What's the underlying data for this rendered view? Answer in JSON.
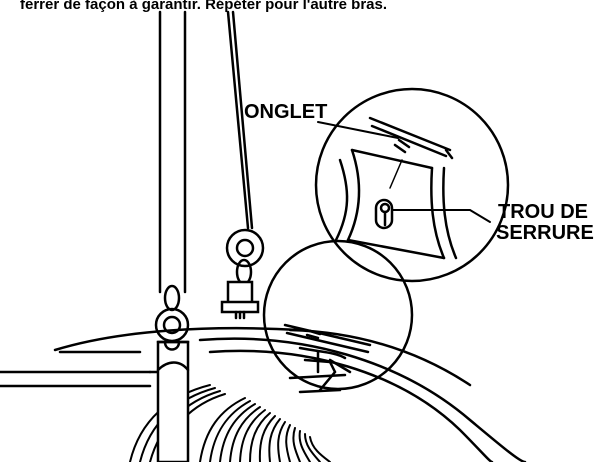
{
  "header_text": "ferrer de façon à garantir. Répéter pour l'autre bras.",
  "labels": {
    "onglet": "ONGLET",
    "trou_line1": "TROU DE",
    "trou_line2": "SERRURE"
  },
  "colors": {
    "ink": "#000000",
    "paper": "#ffffff"
  }
}
